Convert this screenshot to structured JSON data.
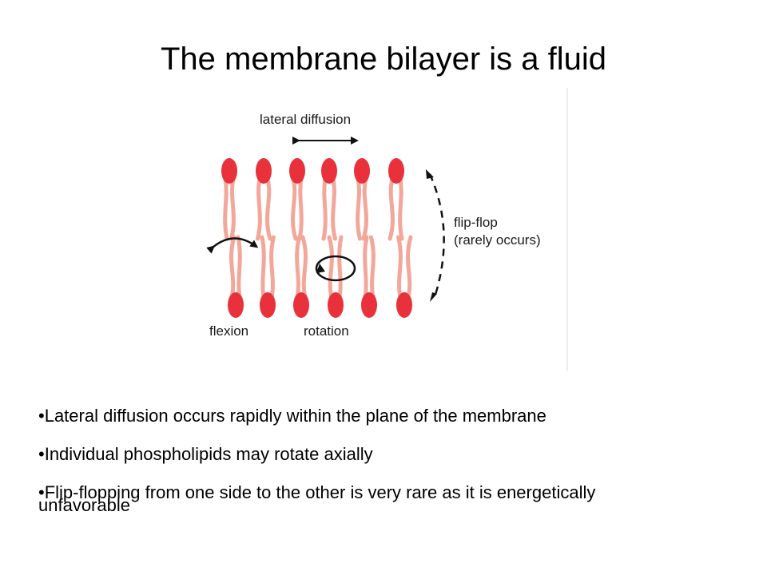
{
  "title": "The membrane bilayer is a fluid",
  "diagram": {
    "labels": {
      "lateral_diffusion": "lateral diffusion",
      "flip_flop_line1": "flip-flop",
      "flip_flop_line2": "(rarely occurs)",
      "flexion": "flexion",
      "rotation": "rotation"
    },
    "colors": {
      "head": "#e8313b",
      "tail": "#f3a79a",
      "arrow": "#111111"
    }
  },
  "bullets": [
    "•Lateral diffusion occurs rapidly within the plane of the membrane",
    "•Individual phospholipids may rotate axially",
    "•Flip-flopping from one side to the other is very rare as it is energetically",
    "unfavorable"
  ]
}
